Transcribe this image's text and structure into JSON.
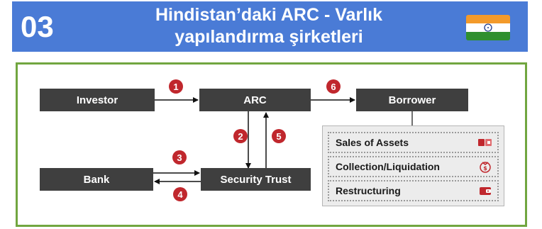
{
  "header": {
    "number": "03",
    "title_line1": "Hindistan’daki ARC - Varlık",
    "title_line2": "yapılandırma şirketleri",
    "flag_icon": "india-flag-icon"
  },
  "diagram": {
    "nodes": {
      "investor": "Investor",
      "arc": "ARC",
      "borrower": "Borrower",
      "bank": "Bank",
      "security_trust": "Security Trust"
    },
    "steps": [
      "1",
      "2",
      "3",
      "4",
      "5",
      "6"
    ],
    "options": [
      {
        "label": "Sales of Assets",
        "icon": "wallet-icon"
      },
      {
        "label": "Collection/Liquidation",
        "icon": "money-bag-icon"
      },
      {
        "label": "Restructuring",
        "icon": "wallet-card-icon"
      }
    ]
  },
  "colors": {
    "header_bg": "#4a7bd6",
    "panel_border": "#71a640",
    "node_bg": "#3f3f3f",
    "step_badge": "#c0272d"
  }
}
